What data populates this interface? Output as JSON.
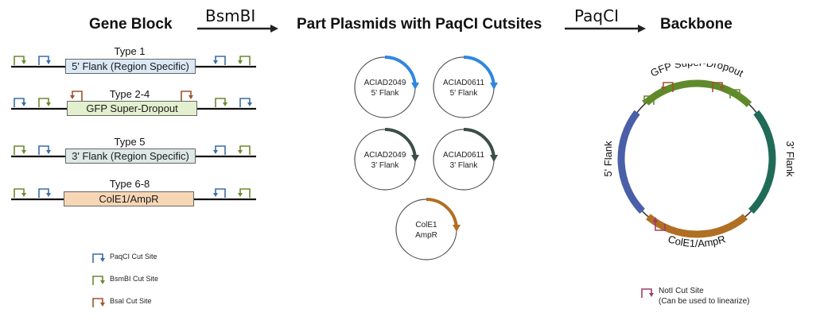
{
  "colors": {
    "paqci": "#3a6ea5",
    "bsmbi": "#6b8a2e",
    "bsai": "#a0522d",
    "noti": "#a23b6b",
    "flank5": "#4a5fa8",
    "gfp": "#5f8a2a",
    "flank3": "#1f6b57",
    "cole1": "#b06f22",
    "plasmid_5flank_arc": "#2f86e0",
    "plasmid_3flank_arc": "#3c4e4a",
    "plasmid_cole1_arc": "#b06f22"
  },
  "sections": {
    "gene_block": {
      "title": "Gene Block"
    },
    "part_plasmids": {
      "title": "Part Plasmids with PaqCI Cutsites"
    },
    "backbone": {
      "title": "Backbone"
    }
  },
  "arrows": {
    "step1": {
      "enzyme": "BsmBI"
    },
    "step2": {
      "enzyme": "PaqCI"
    }
  },
  "gene_blocks": [
    {
      "type": "Type 1",
      "part": "5' Flank (Region Specific)",
      "fill": "#dbe9f7",
      "left_sites": [
        "bsmbi",
        "paqci"
      ],
      "right_sites": [
        "paqci",
        "bsmbi"
      ],
      "inner_sites": []
    },
    {
      "type": "Type 2-4",
      "part": "GFP Super-Dropout",
      "fill": "#e3f0cf",
      "left_sites": [
        "paqci",
        "bsmbi"
      ],
      "right_sites": [
        "bsmbi",
        "paqci"
      ],
      "inner_sites": [
        "bsai",
        "bsai"
      ]
    },
    {
      "type": "Type 5",
      "part": "3' Flank (Region Specific)",
      "fill": "#dde9e7",
      "left_sites": [
        "bsmbi",
        "paqci"
      ],
      "right_sites": [
        "paqci",
        "bsmbi"
      ],
      "inner_sites": []
    },
    {
      "type": "Type 6-8",
      "part": "ColE1/AmpR",
      "fill": "#f6d6b5",
      "left_sites": [
        "bsmbi",
        "paqci"
      ],
      "right_sites": [
        "paqci",
        "bsmbi"
      ],
      "inner_sites": []
    }
  ],
  "legend": [
    {
      "site": "paqci",
      "label": "PaqCI Cut Site"
    },
    {
      "site": "bsmbi",
      "label": "BsmBI Cut Site"
    },
    {
      "site": "bsai",
      "label": "BsaI Cut Site"
    }
  ],
  "part_plasmids": [
    {
      "line1": "ACIAD2049",
      "line2": "5' Flank",
      "arc": "plasmid_5flank_arc"
    },
    {
      "line1": "ACIAD0611",
      "line2": "5' Flank",
      "arc": "plasmid_5flank_arc"
    },
    {
      "line1": "ACIAD2049",
      "line2": "3' Flank",
      "arc": "plasmid_3flank_arc"
    },
    {
      "line1": "ACIAD0611",
      "line2": "3' Flank",
      "arc": "plasmid_3flank_arc"
    },
    {
      "line1": "ColE1",
      "line2": "AmpR",
      "arc": "plasmid_cole1_arc"
    }
  ],
  "backbone_map": {
    "segments": [
      {
        "label": "GFP Super-Dropout",
        "color": "gfp"
      },
      {
        "label": "3' Flank",
        "color": "flank3"
      },
      {
        "label": "ColE1/AmpR",
        "color": "cole1"
      },
      {
        "label": "5' Flank",
        "color": "flank5"
      }
    ],
    "legend": {
      "line1": "NotI Cut Site",
      "line2": "(Can be used to linearize)"
    }
  }
}
